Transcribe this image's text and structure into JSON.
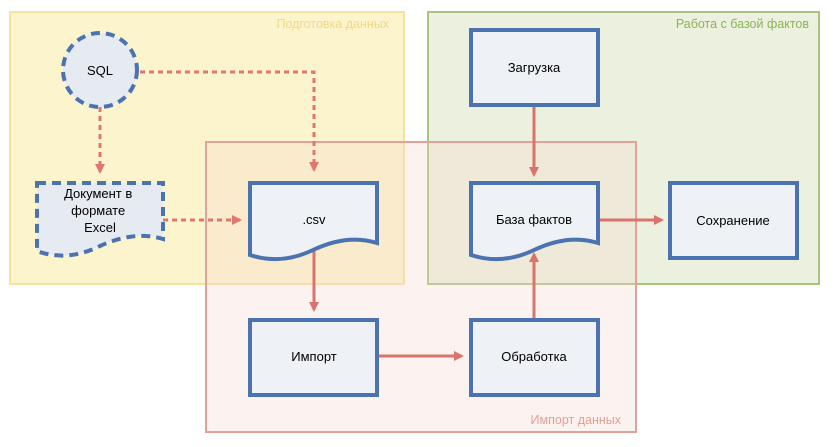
{
  "groups": {
    "data_prep": {
      "title": "Подготовка данных",
      "fill": "#FBF4CC",
      "stroke": "#F3E3A0",
      "text_color": "#F0D98A"
    },
    "fact_base": {
      "title": "Работа с базой фактов",
      "fill": "#ECF1DF",
      "stroke": "#A8C47E",
      "text_color": "#8DB356"
    },
    "import": {
      "title": "Импорт данных",
      "fill": "rgba(246,214,206,0.30)",
      "stroke": "#E2A29A",
      "text_color": "#E29F96"
    }
  },
  "nodes": {
    "sql": {
      "label": "SQL",
      "icon": "database-circle-icon"
    },
    "excel_doc": {
      "line1": "Документ в",
      "line2": "формате",
      "line3": "Excel"
    },
    "csv": {
      "label": ".csv"
    },
    "fact_base": {
      "label": "База фактов"
    },
    "load": {
      "label": "Загрузка"
    },
    "save": {
      "label": "Сохранение"
    },
    "import": {
      "label": "Импорт"
    },
    "processing": {
      "label": "Обработка"
    }
  },
  "colors": {
    "node_fill": "#EEF1F6",
    "node_stroke": "#4A73B0",
    "solid_arrow": "#D8736D",
    "dashed_arrow": "#E0776C",
    "text": "#000000"
  }
}
